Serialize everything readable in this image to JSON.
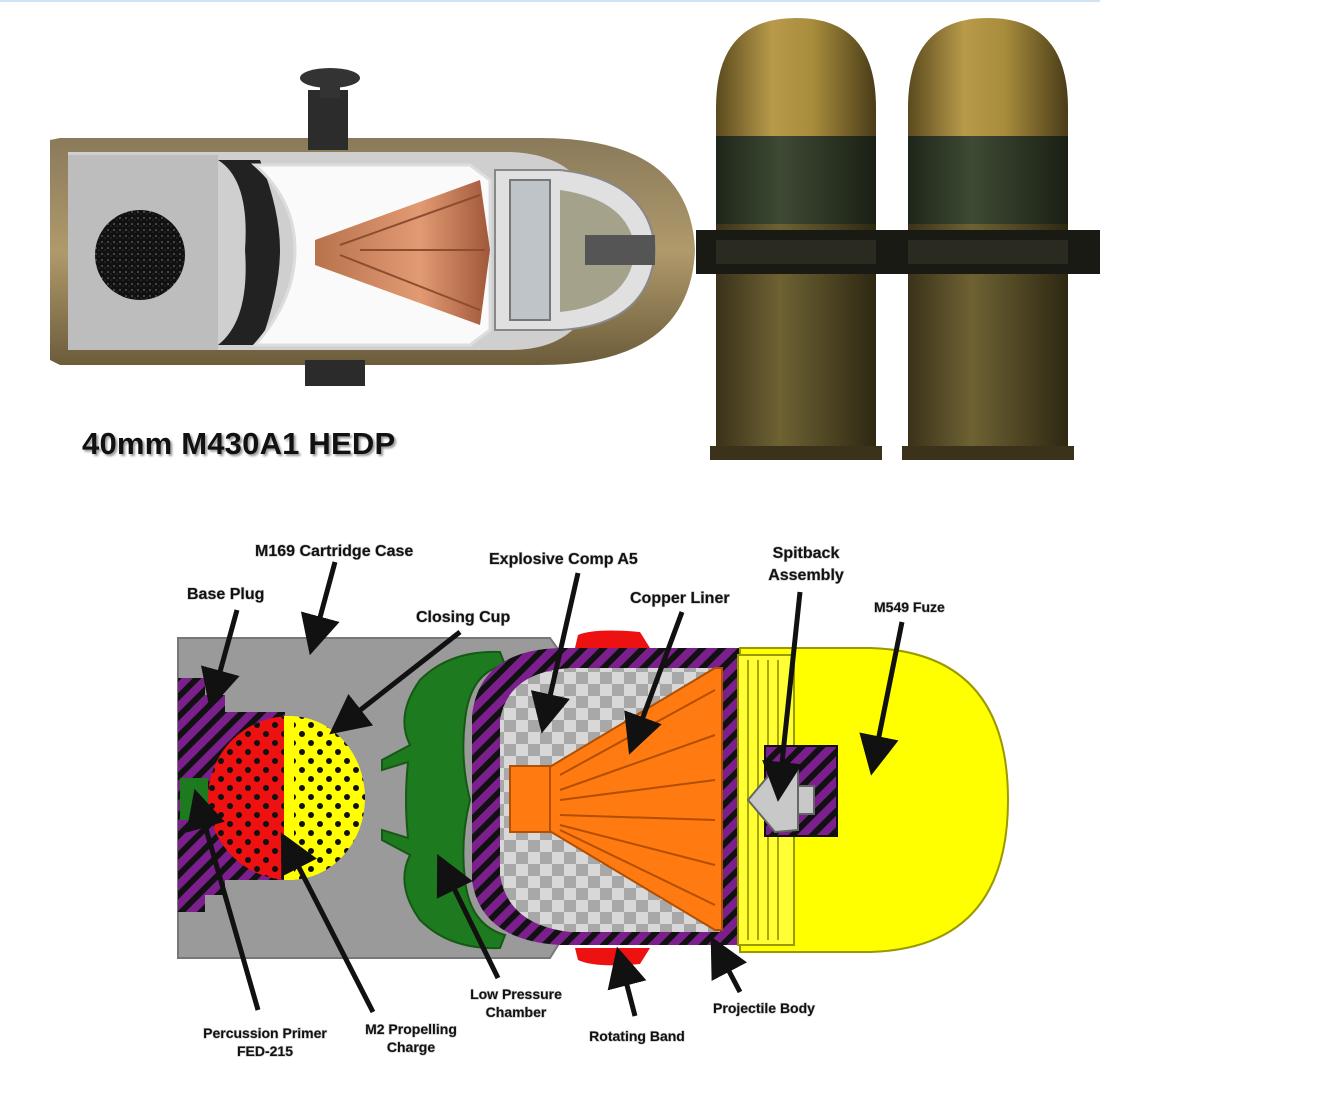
{
  "title": "40mm M430A1 HEDP",
  "photos": {
    "cutaway": "cutaway-photo",
    "rounds": "rounds-photo"
  },
  "labels": {
    "m169_case": "M169 Cartridge Case",
    "base_plug": "Base Plug",
    "closing_cup": "Closing Cup",
    "explosive": "Explosive Comp A5",
    "copper_liner": "Copper Liner",
    "spitback_line1": "Spitback",
    "spitback_line2": "Assembly",
    "fuze": "M549 Fuze",
    "primer_line1": "Percussion Primer",
    "primer_line2": "FED-215",
    "propelling_line1": "M2 Propelling",
    "propelling_line2": "Charge",
    "low_pressure_line1": "Low Pressure",
    "low_pressure_line2": "Chamber",
    "rotating_band": "Rotating Band",
    "projectile_body": "Projectile Body"
  },
  "colors": {
    "case_gray": "#9a9a9a",
    "purple": "#7b1f8c",
    "green": "#1e7a1e",
    "red": "#ee1111",
    "yellow": "#ffff00",
    "orange": "#ff7a10",
    "brass": "#a88d3c",
    "olive": "#5e5429"
  }
}
